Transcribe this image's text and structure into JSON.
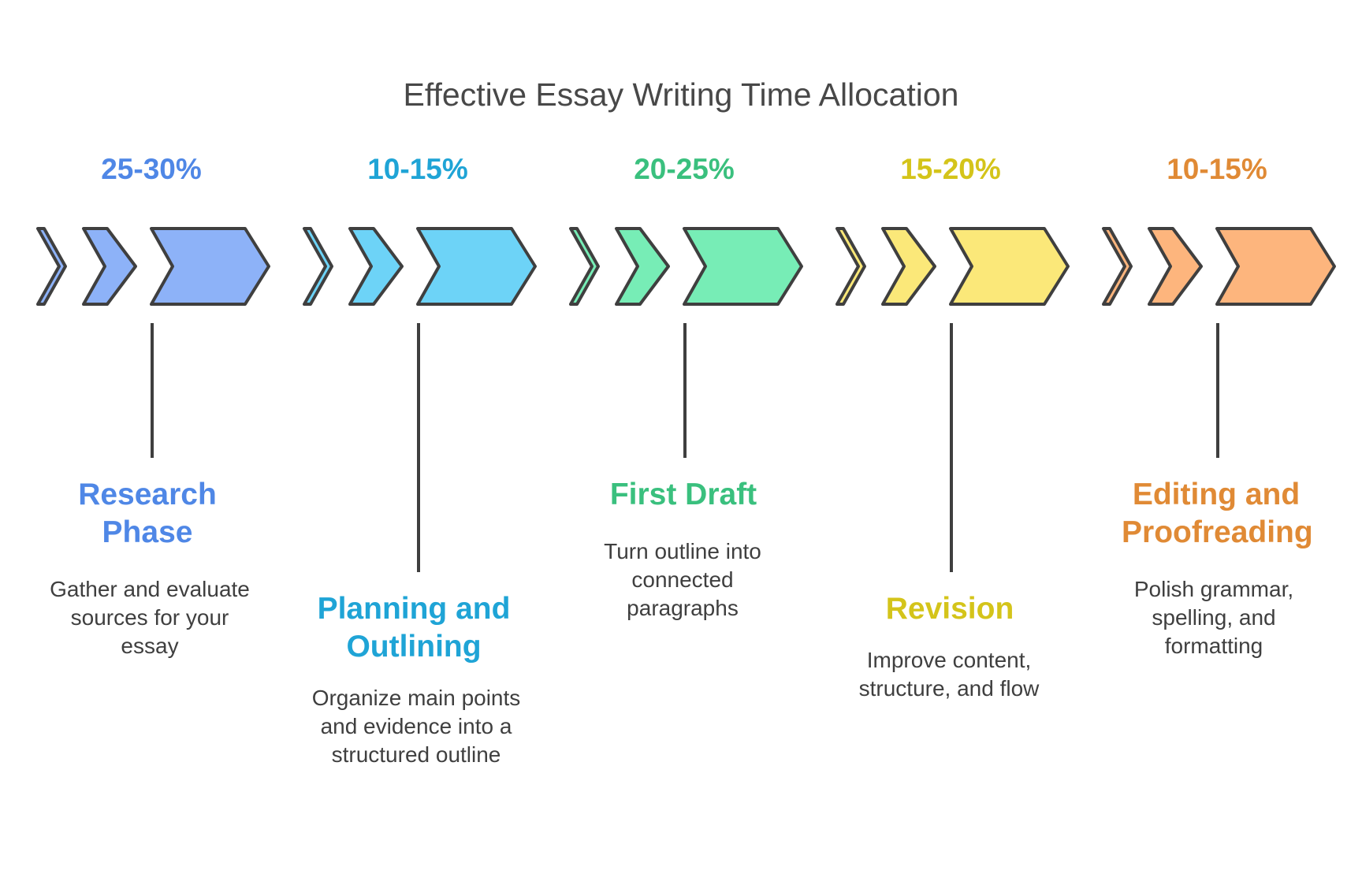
{
  "title": "Effective Essay Writing Time Allocation",
  "stroke_color": "#3f3f3f",
  "phases": [
    {
      "percent": "25-30%",
      "label": "Research Phase",
      "description": "Gather and evaluate sources for your essay",
      "text_color": "#4f87e6",
      "fill_color": "#8db2f8"
    },
    {
      "percent": "10-15%",
      "label": "Planning and Outlining",
      "description": "Organize main points and evidence into a structured outline",
      "text_color": "#1fa4d6",
      "fill_color": "#6dd3f7"
    },
    {
      "percent": "20-25%",
      "label": "First Draft",
      "description": "Turn outline into connected paragraphs",
      "text_color": "#3ac07e",
      "fill_color": "#77edb6"
    },
    {
      "percent": "15-20%",
      "label": "Revision",
      "description": "Improve content, structure, and flow",
      "text_color": "#d4c41a",
      "fill_color": "#fbe879"
    },
    {
      "percent": "10-15%",
      "label": "Editing and Proofreading",
      "description": "Polish grammar, spelling, and formatting",
      "text_color": "#e08a35",
      "fill_color": "#fdb57d"
    }
  ]
}
